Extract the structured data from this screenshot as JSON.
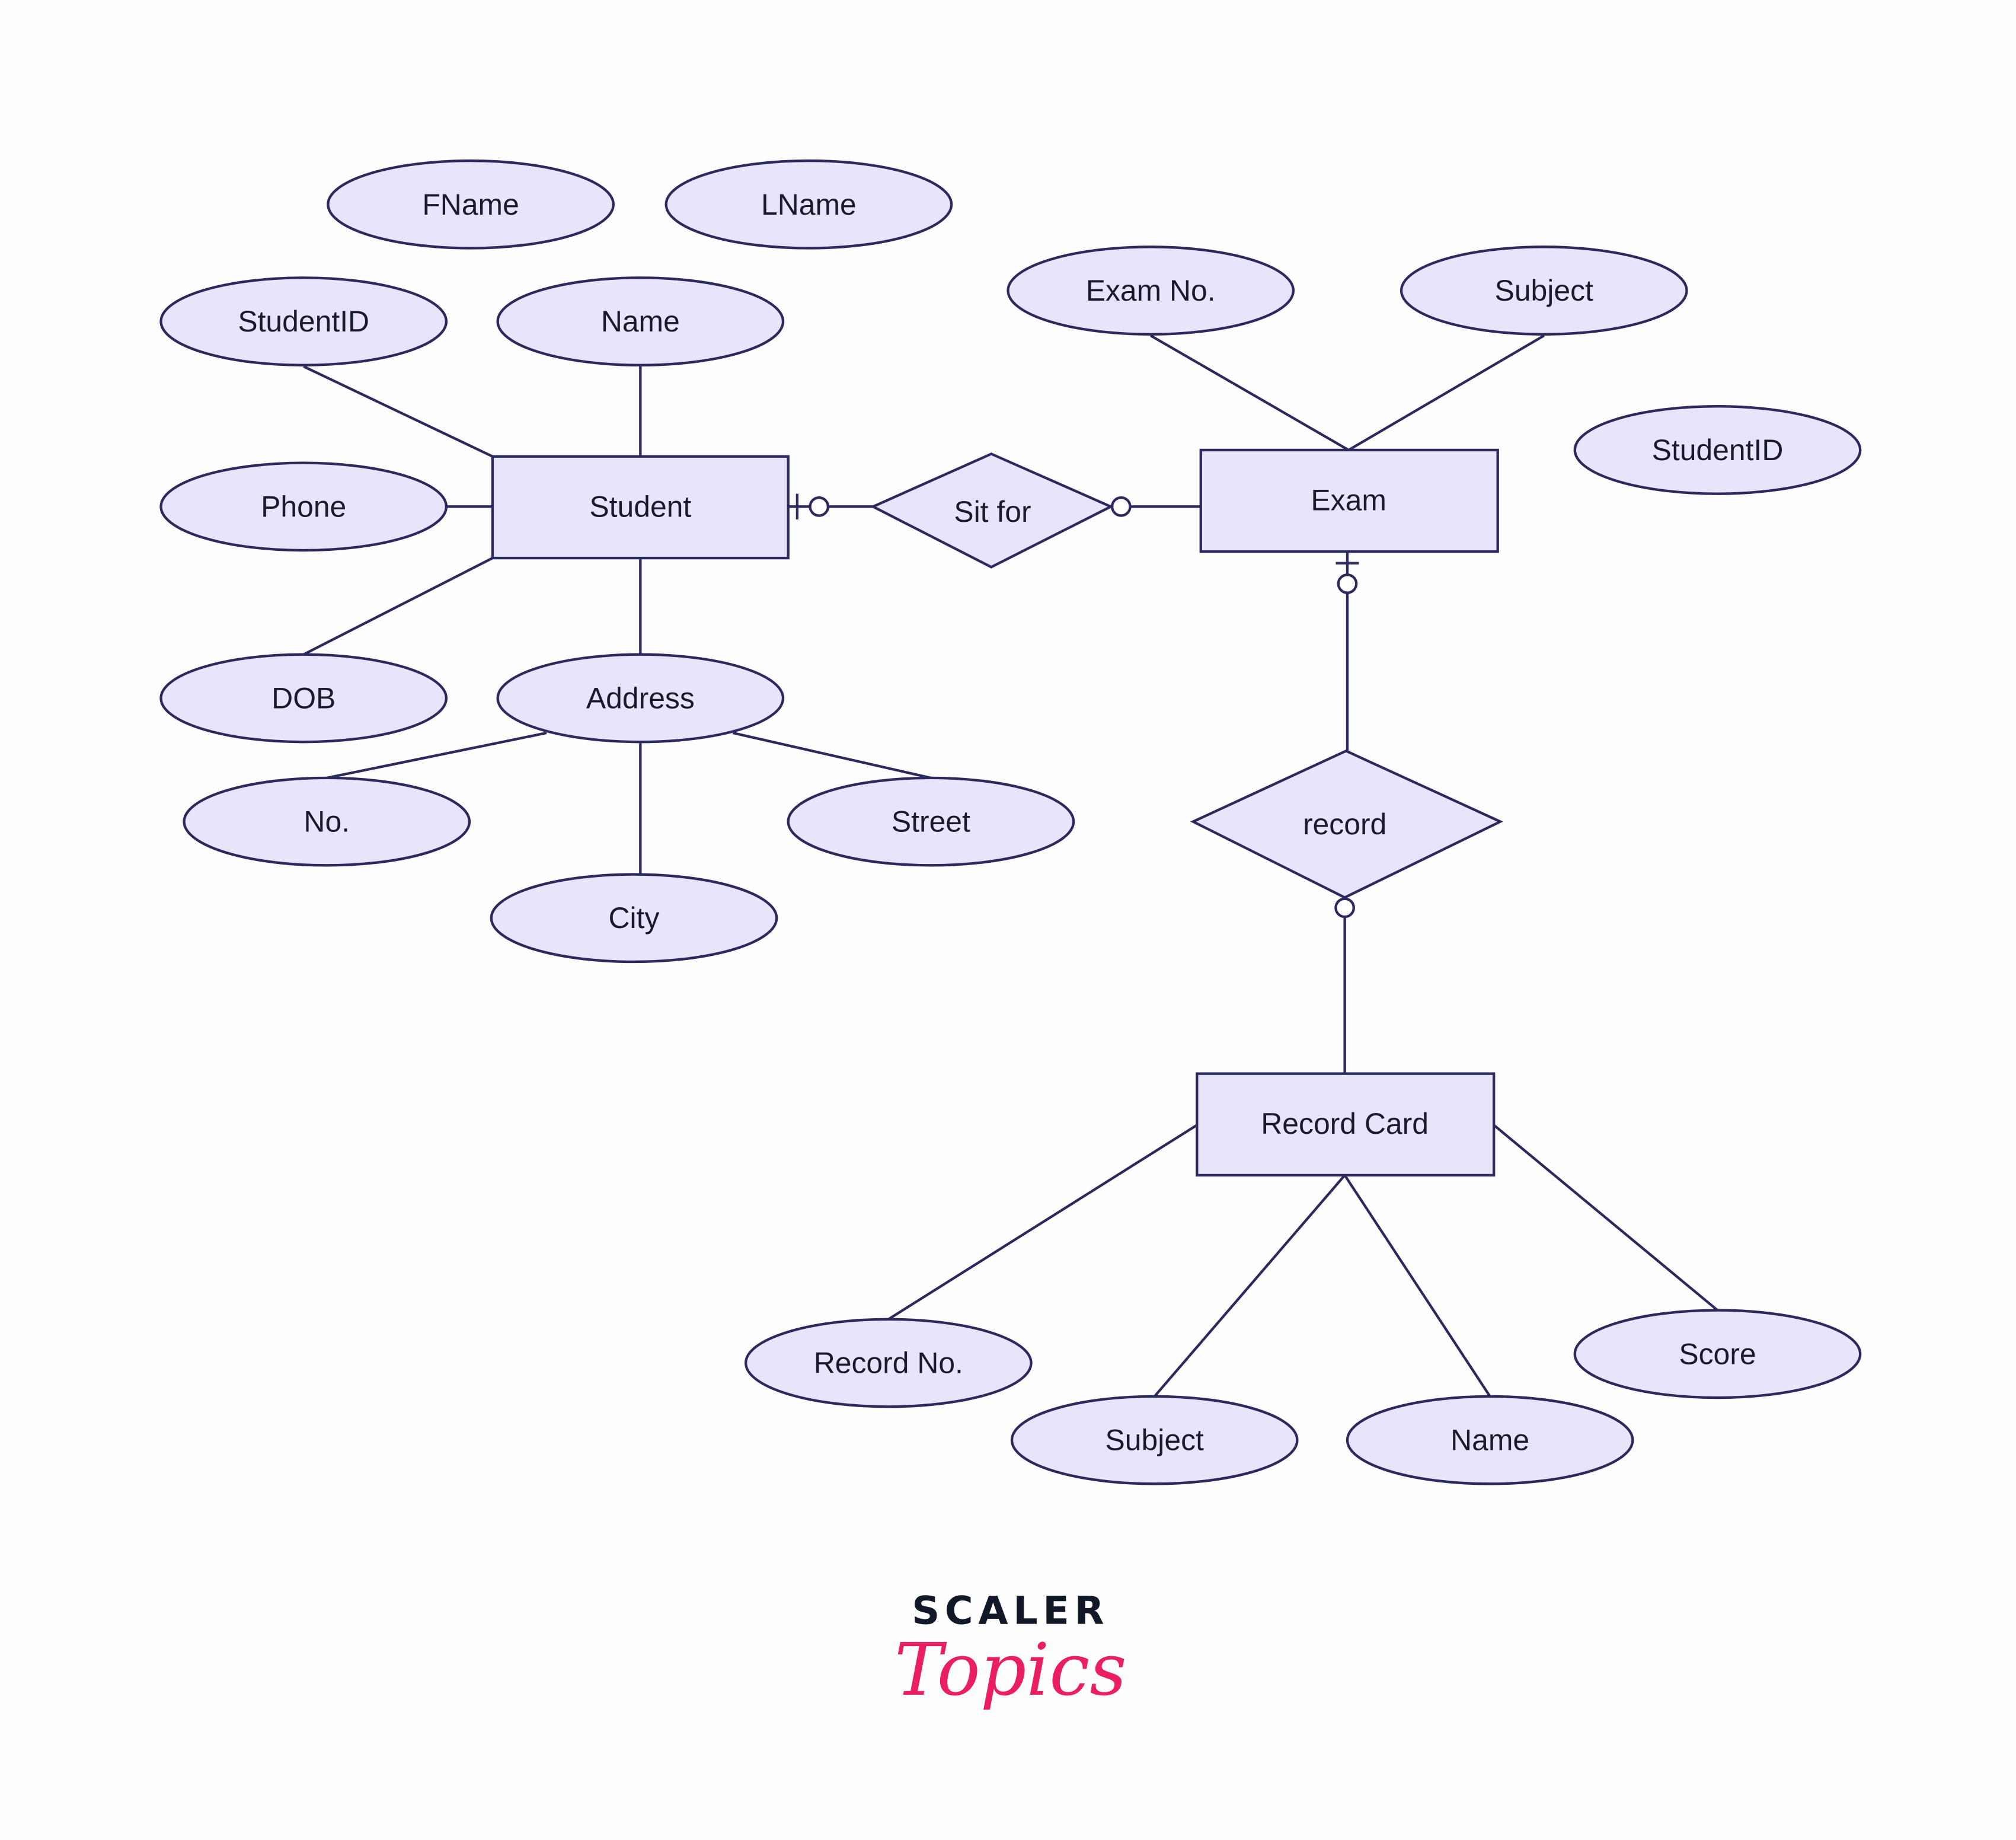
{
  "diagram": {
    "entities": {
      "student": "Student",
      "exam": "Exam",
      "record_card": "Record Card"
    },
    "relationships": {
      "sit_for": "Sit for",
      "record": "record"
    },
    "student_attributes": {
      "fname": "FName",
      "lname": "LName",
      "student_id": "StudentID",
      "name": "Name",
      "phone": "Phone",
      "dob": "DOB",
      "address": "Address",
      "no": "No.",
      "street": "Street",
      "city": "City"
    },
    "exam_attributes": {
      "exam_no": "Exam No.",
      "subject": "Subject",
      "student_id": "StudentID"
    },
    "record_card_attributes": {
      "record_no": "Record No.",
      "subject": "Subject",
      "name": "Name",
      "score": "Score"
    },
    "colors": {
      "shape_fill": "#e8e4fb",
      "stroke": "#2c2a5c",
      "logo_dark": "#111827",
      "logo_pink": "#e91e63"
    }
  },
  "logo": {
    "line1": "SCALER",
    "line2": "Topics"
  }
}
